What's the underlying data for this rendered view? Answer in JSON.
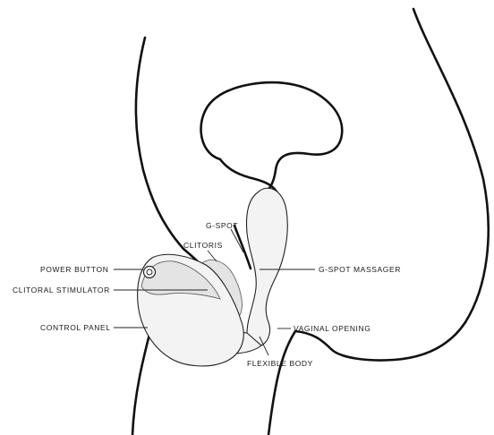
{
  "labels": {
    "g_spot": "G-SPOT",
    "clitoris": "CLITORIS",
    "power_button": "POWER BUTTON",
    "g_spot_massager": "G-SPOT MASSAGER",
    "clitoral_stimulator": "CLITORAL STIMULATOR",
    "control_panel": "CONTROL PANEL",
    "vaginal_opening": "VAGINAL OPENING",
    "flexible_body": "FLEXIBLE BODY"
  }
}
